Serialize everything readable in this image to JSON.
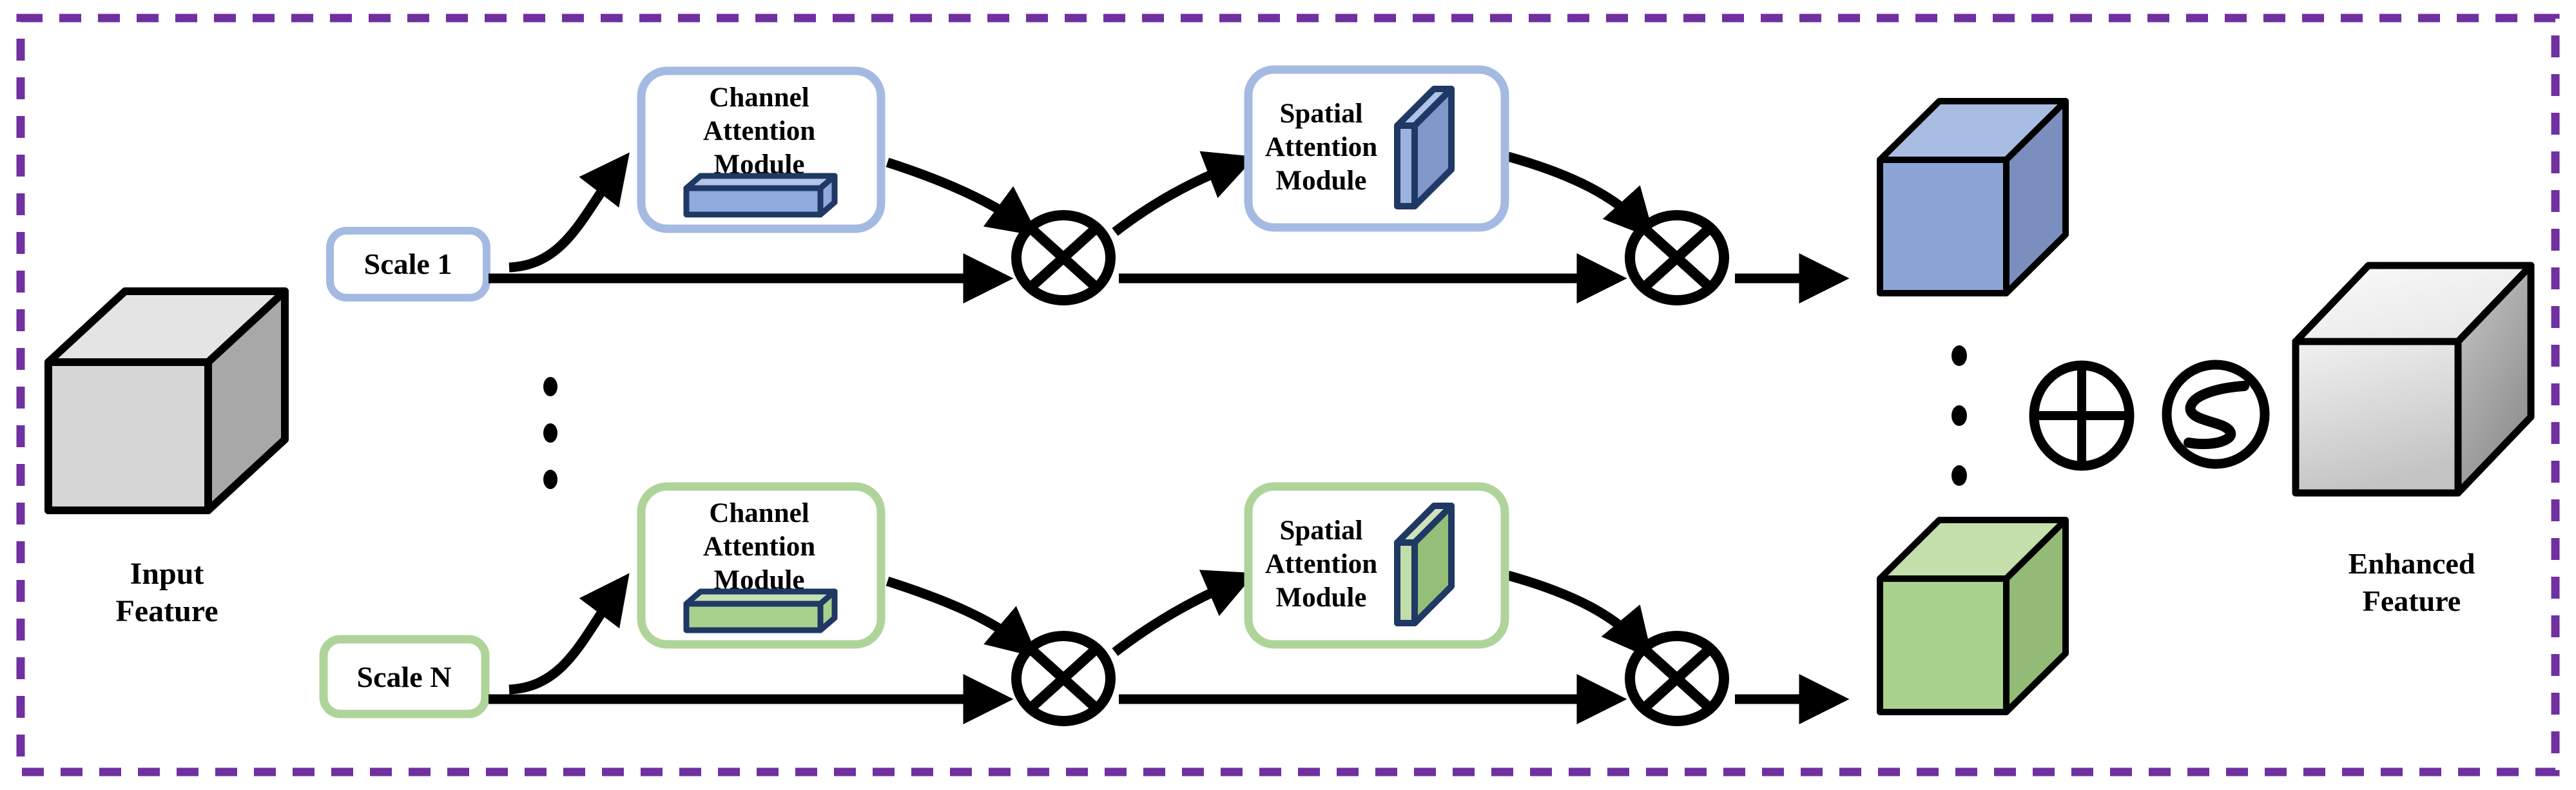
{
  "figure": {
    "description": "Multi-scale attention block diagram: input feature processed at N scales through channel and spatial attention modules, results summed and passed through sigmoid to produce enhanced feature"
  },
  "input_feature": {
    "line1": "Input",
    "line2": "Feature"
  },
  "enhanced_feature": {
    "line1": "Enhanced",
    "line2": "Feature"
  },
  "rows": {
    "scale1": {
      "label": "Scale 1",
      "cam": {
        "l1": "Channel",
        "l2": "Attention",
        "l3": "Module"
      },
      "sam": {
        "l1": "Spatial",
        "l2": "Attention",
        "l3": "Module"
      }
    },
    "scaleN": {
      "label": "Scale N",
      "cam": {
        "l1": "Channel",
        "l2": "Attention",
        "l3": "Module"
      },
      "sam": {
        "l1": "Spatial",
        "l2": "Attention",
        "l3": "Module"
      }
    }
  },
  "operators": {
    "multiply": "⊗",
    "sum": "⊕",
    "sigmoid": "S",
    "ellipsis": "⋮"
  },
  "colors": {
    "border-purple": "#7030A0",
    "blue-accent": "#A4BAE2",
    "green-accent": "#AFD49A",
    "navy-outline": "#1F3864",
    "blue-bar-front": "#8FAADC",
    "blue-bar-top": "#B4C7E7",
    "blue-slab-front": "#9DB3DF",
    "blue-slab-top": "#AFC2E8",
    "blue-slab-face": "#8196C9",
    "blue-cube-front": "#8CA5D6",
    "blue-cube-top": "#A9BDE3",
    "blue-cube-side": "#7A8FBE",
    "green-bar-front": "#A9D18E",
    "green-bar-top": "#C6E0B4",
    "green-slab-front": "#C1DEA9",
    "green-slab-top": "#CDE4BA",
    "green-slab-face": "#95BE77",
    "green-cube-front": "#A9D18E",
    "green-cube-top": "#C5DFAC",
    "green-cube-side": "#93BA76",
    "gray-cube-front": "#D6D6D6",
    "gray-cube-top": "#E4E4E4",
    "gray-cube-side": "#A8A8A8",
    "line-black": "#000000",
    "box-fill": "#FFFFFF",
    "text-black": "#000000"
  }
}
